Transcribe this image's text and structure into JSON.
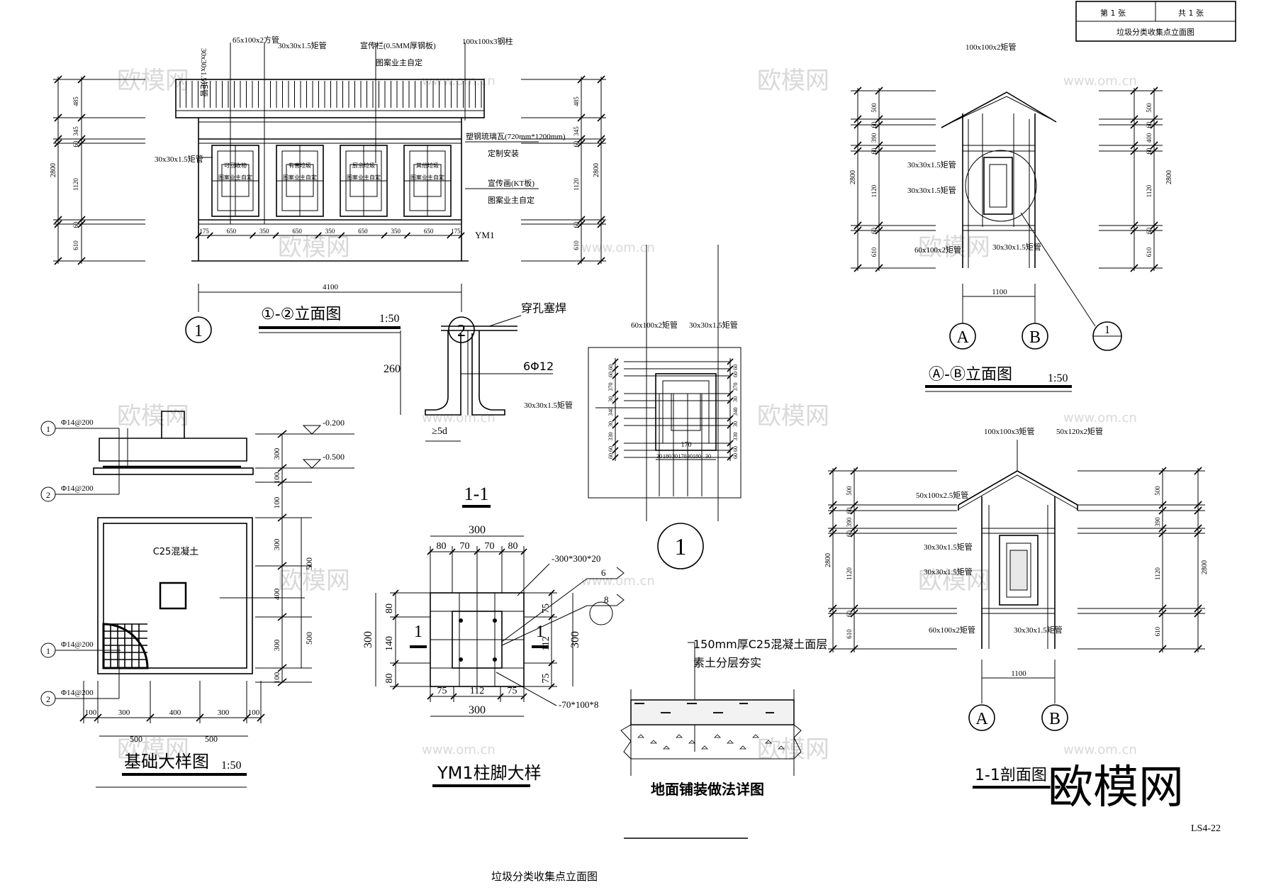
{
  "title_block": {
    "sheet": "第 1 张",
    "total": "共 1 张",
    "name": "垃圾分类收集点立面图"
  },
  "drawing_number": "LS4-22",
  "footer_title": "垃圾分类收集点立面图",
  "watermark": {
    "brand": "欧模网",
    "url": "www.om.cn"
  },
  "elev12": {
    "title": "①-②立面图",
    "scale": "1:50",
    "labels": [
      "30x30x1.5矩管",
      "65x100x2方管",
      "30x30x1.5矩管",
      "宣传栏(0.5MM厚钢板)",
      "图案业主自定",
      "100x100x3钢柱",
      "塑钢琉璃瓦(720mm*1200mm)",
      "定制安装",
      "30x30x1.5矩管",
      "宣传画(KT板)",
      "图案业主自定",
      "YM1"
    ],
    "dims_bottom": [
      "175",
      "650",
      "350",
      "650",
      "350",
      "650",
      "350",
      "650",
      "175"
    ],
    "dims_left": [
      "485",
      "345",
      "60",
      "1120",
      "60",
      "610"
    ],
    "total_height": "2800",
    "total_width": "4100",
    "axes": [
      "1",
      "2"
    ],
    "signs": [
      "可回收物",
      "有害垃圾",
      "厨余垃圾",
      "其他垃圾"
    ],
    "sign_sub": "图案业主自定"
  },
  "weld": {
    "label": "穿孔塞焊",
    "bar": "6Φ12",
    "height": "260",
    "anchor": "≥5d"
  },
  "detail1": {
    "labels": [
      "60x100x2矩管",
      "30x30x1.5矩管",
      "30x30x1.5矩管"
    ],
    "dims_left": [
      "60",
      "60",
      "370",
      "30",
      "340",
      "30",
      "330",
      "60",
      "60"
    ],
    "dims_right": [
      "60",
      "60",
      "370",
      "30",
      "340",
      "30",
      "330",
      "60",
      "60"
    ],
    "dims_bottom": [
      "30",
      "180",
      "30",
      "170",
      "30",
      "180",
      "30"
    ],
    "mid": "170",
    "callout": "1"
  },
  "elevAB": {
    "title": "Ⓐ-Ⓑ立面图",
    "scale": "1:50",
    "labels": [
      "100x100x2矩管",
      "30x30x1.5矩管",
      "30x30x1.5矩管",
      "60x100x2矩管",
      "30x30x1.5矩管"
    ],
    "dims_left": [
      "500",
      "60",
      "390",
      "60",
      "1120",
      "60",
      "610"
    ],
    "dims_right": [
      "500",
      "60",
      "400",
      "60",
      "1120",
      "60",
      "610"
    ],
    "total": "2800",
    "width": "1100",
    "axes": [
      "A",
      "B"
    ],
    "callout": "1"
  },
  "section11": {
    "title": "1-1剖面图",
    "labels": [
      "100x100x3矩管",
      "50x120x2矩管",
      "50x100x2.5矩管",
      "30x30x1.5矩管",
      "30x30x1.5矩管",
      "60x100x2矩管",
      "30x30x1.5矩管"
    ],
    "dims_left": [
      "500",
      "60",
      "390",
      "60",
      "1120",
      "60",
      "610"
    ],
    "dims_right": [
      "500",
      "390",
      "1120",
      "610"
    ],
    "total": "2800",
    "width": "1100",
    "axes": [
      "A",
      "B"
    ]
  },
  "foundation": {
    "title": "基础大样图",
    "scale": "1:50",
    "concrete": "C25混凝土",
    "rebar1": "Φ14@200",
    "rebar2": "Φ14@200",
    "markers": [
      "1",
      "2"
    ],
    "levels": [
      "-0.200",
      "-0.500"
    ],
    "dims_right": [
      "300",
      "100",
      "100",
      "300",
      "400",
      "300",
      "100"
    ],
    "dims_right_outer": [
      "500",
      "500"
    ],
    "dims_bottom": [
      "100",
      "300",
      "400",
      "300",
      "100"
    ],
    "dims_bottom_outer": [
      "500",
      "500"
    ]
  },
  "columnFoot": {
    "section_title": "1-1",
    "title": "YM1柱脚大样",
    "plate1": "-300*300*20",
    "plate2": "-70*100*8",
    "weld_a": "6",
    "weld_b": "8",
    "dims_top": [
      "80",
      "70",
      "70",
      "80"
    ],
    "top_total": "300",
    "dims_bottom": [
      "75",
      "112",
      "75"
    ],
    "bottom_total": "300",
    "dims_left": [
      "80",
      "140",
      "80"
    ],
    "left_total": "300",
    "dims_right": [
      "75",
      "112",
      "75"
    ],
    "right_total": "300",
    "section_marks": [
      "1",
      "1"
    ]
  },
  "paving": {
    "title": "地面铺装做法详图",
    "layer1": "150mm厚C25混凝土面层",
    "layer2": "素土分层夯实"
  }
}
